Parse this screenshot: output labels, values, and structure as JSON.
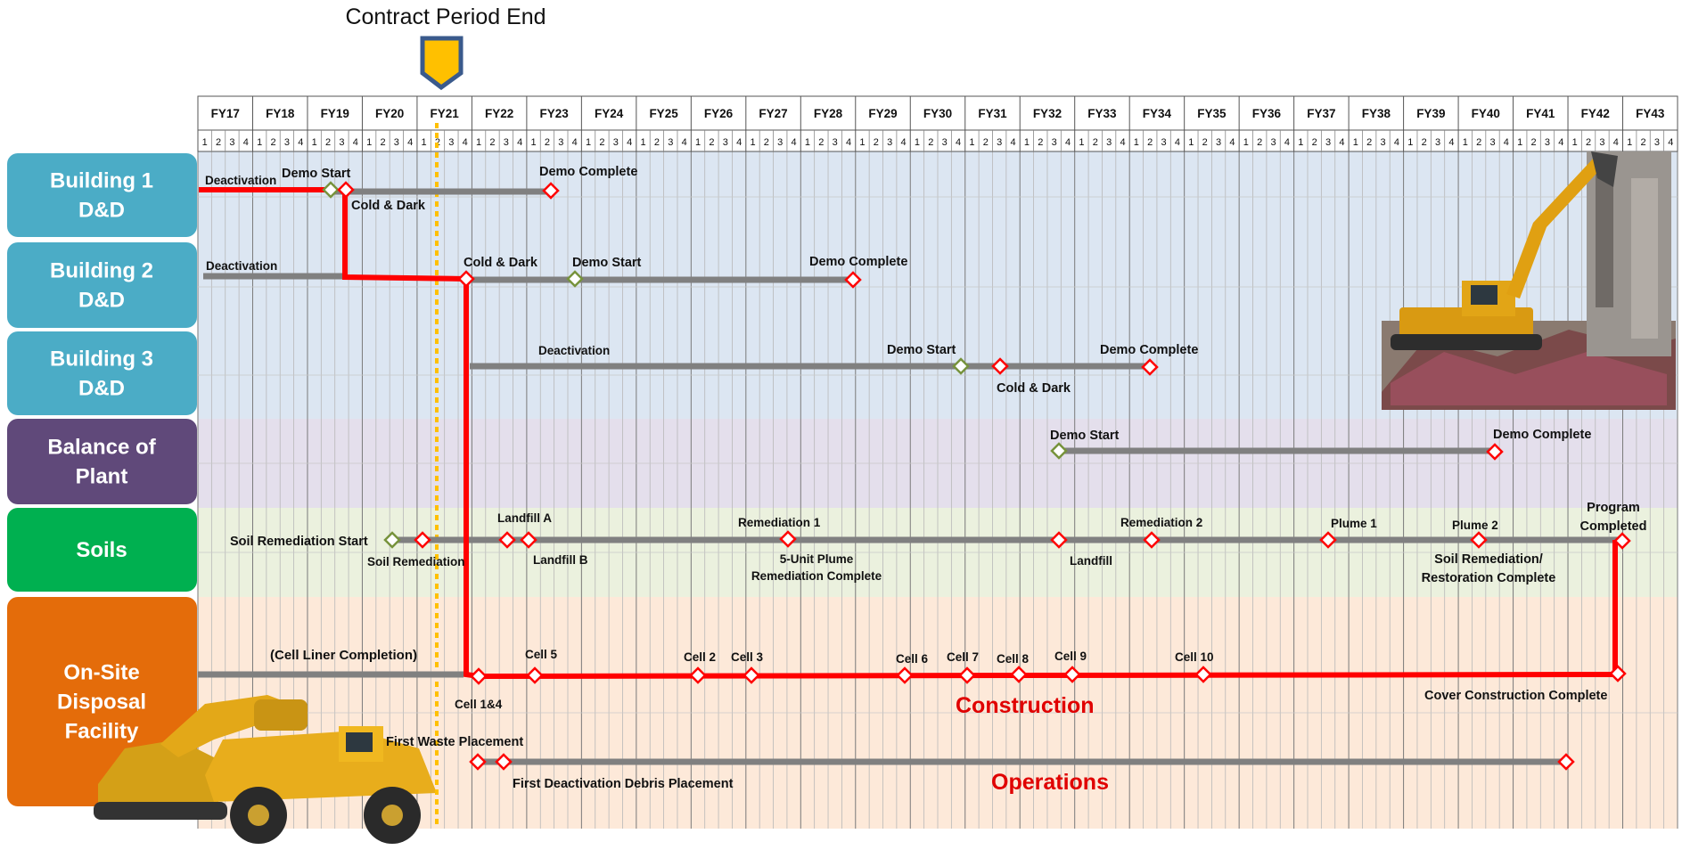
{
  "header": {
    "title": "Contract Period End"
  },
  "fiscal_years": [
    "FY17",
    "FY18",
    "FY19",
    "FY20",
    "FY21",
    "FY22",
    "FY23",
    "FY24",
    "FY25",
    "FY26",
    "FY27",
    "FY28",
    "FY29",
    "FY30",
    "FY31",
    "FY32",
    "FY33",
    "FY34",
    "FY35",
    "FY36",
    "FY37",
    "FY38",
    "FY39",
    "FY40",
    "FY41",
    "FY42",
    "FY43"
  ],
  "quarters": [
    "1",
    "2",
    "3",
    "4"
  ],
  "rows": [
    {
      "id": "building1",
      "label": "Building 1 D&D",
      "label_lines": [
        "Building 1",
        "D&D"
      ],
      "color": "#4bacc6",
      "band_color": "#dce6f2"
    },
    {
      "id": "building2",
      "label": "Building 2 D&D",
      "label_lines": [
        "Building 2",
        "D&D"
      ],
      "color": "#4bacc6",
      "band_color": "#dce6f2"
    },
    {
      "id": "building3",
      "label": "Building 3 D&D",
      "label_lines": [
        "Building 3",
        "D&D"
      ],
      "color": "#4bacc6",
      "band_color": "#dce6f2"
    },
    {
      "id": "balance",
      "label": "Balance of Plant",
      "label_lines": [
        "Balance of",
        "Plant"
      ],
      "color": "#60497a",
      "band_color": "#e4dfec"
    },
    {
      "id": "soils",
      "label": "Soils",
      "label_lines": [
        "Soils"
      ],
      "color": "#00b050",
      "band_color": "#ebf1de"
    },
    {
      "id": "osdf",
      "label": "On-Site Disposal Facility",
      "label_lines": [
        "On-Site",
        "Disposal",
        "Facility"
      ],
      "color": "#e46c0a",
      "band_color": "#fde9d9"
    }
  ],
  "labels": {
    "b1_deactivation": "Deactivation",
    "b1_demo_start": "Demo Start",
    "b1_cold_dark": "Cold & Dark",
    "b1_demo_complete": "Demo Complete",
    "b2_deactivation": "Deactivation",
    "b2_cold_dark": "Cold & Dark",
    "b2_demo_start": "Demo Start",
    "b2_demo_complete": "Demo Complete",
    "b3_deactivation": "Deactivation",
    "b3_demo_start": "Demo Start",
    "b3_cold_dark": "Cold & Dark",
    "b3_demo_complete": "Demo Complete",
    "bop_demo_start": "Demo Start",
    "bop_demo_complete": "Demo Complete",
    "soil_start": "Soil Remediation Start",
    "soil_remediation": "Soil Remediation",
    "landfill_a": "Landfill A",
    "landfill_b": "Landfill B",
    "remediation1": "Remediation 1",
    "plume5_1": "5-Unit Plume",
    "plume5_2": "Remediation Complete",
    "landfill": "Landfill",
    "remediation2": "Remediation 2",
    "plume1": "Plume 1",
    "plume2": "Plume 2",
    "soil_complete_1": "Soil Remediation/",
    "soil_complete_2": "Restoration Complete",
    "program_1": "Program",
    "program_2": "Completed",
    "cell_liner": "(Cell Liner Completion)",
    "cell14": "Cell 1&4",
    "cell5": "Cell 5",
    "cell2": "Cell 2",
    "cell3": "Cell 3",
    "cell6": "Cell 6",
    "cell7": "Cell 7",
    "cell8": "Cell 8",
    "cell9": "Cell 9",
    "cell10": "Cell 10",
    "cover_complete": "Cover Construction Complete",
    "construction": "Construction",
    "first_waste": "First Waste Placement",
    "first_debris": "First Deactivation Debris Placement",
    "operations": "Operations"
  },
  "colors": {
    "critical_path": "#ff0000",
    "bar": "#808080",
    "milestone_complete": "#ff0000",
    "milestone_start": "#77933c",
    "contract_line": "#ffc000",
    "marker_fill": "#ffc000",
    "marker_stroke": "#3a5a8c"
  },
  "icons": {
    "contract_marker": "pentagon-marker-icon",
    "excavator_demolition": "excavator-demolition-image",
    "construction_equipment": "excavator-truck-image"
  }
}
